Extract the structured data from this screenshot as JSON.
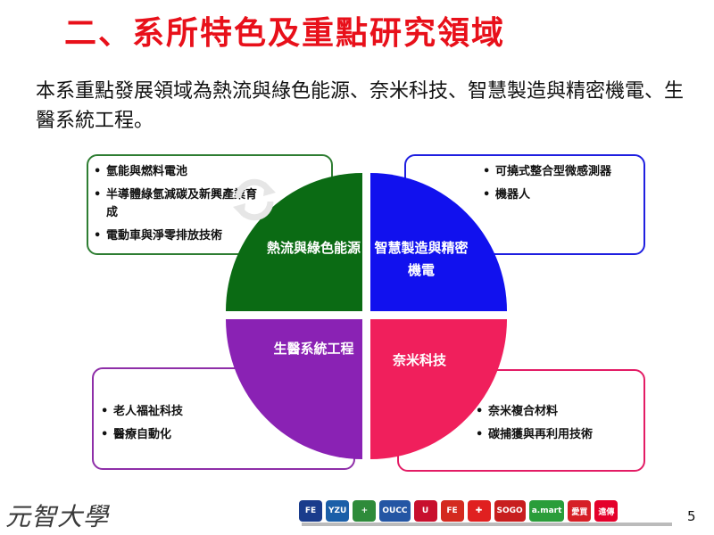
{
  "title": "二、系所特色及重點研究領域",
  "intro": "本系重點發展領域為熱流與綠色能源、奈米科技、智慧製造與精密機電、生醫系統工程。",
  "quadrants": {
    "tl": {
      "label": "熱流與綠色能源",
      "color": "#0b6b14"
    },
    "tr": {
      "label": "智慧製造與精密機電",
      "color": "#1111ee"
    },
    "bl": {
      "label": "生醫系統工程",
      "color": "#8a22b4"
    },
    "br": {
      "label": "奈米科技",
      "color": "#f01f5c"
    }
  },
  "boxes": {
    "tl": {
      "items": [
        "氫能與燃料電池",
        "半導體綠氫減碳及新興產業育成",
        "電動車與淨零排放技術"
      ]
    },
    "tr": {
      "items": [
        "可撓式整合型微感測器",
        "機器人"
      ]
    },
    "bl": {
      "items": [
        "老人福祉科技",
        "醫療自動化"
      ]
    },
    "br": {
      "items": [
        "奈米複合材料",
        "碳捕獲與再利用技術"
      ]
    }
  },
  "footer": {
    "university_logo": "元智大學",
    "partners": [
      {
        "name": "FE",
        "color": "#1a3c8c"
      },
      {
        "name": "YZU",
        "color": "#1b5fa8"
      },
      {
        "name": "+",
        "color": "#2e8b3a"
      },
      {
        "name": "OUCC",
        "color": "#2456a4"
      },
      {
        "name": "U",
        "color": "#c8102e"
      },
      {
        "name": "FE",
        "color": "#d42a1f"
      },
      {
        "name": "✚",
        "color": "#e02020"
      },
      {
        "name": "SOGO",
        "color": "#c81e1e"
      },
      {
        "name": "a.mart",
        "color": "#2a9d3a"
      },
      {
        "name": "愛買",
        "color": "#d61f26"
      },
      {
        "name": "遠傳",
        "color": "#e4002b"
      }
    ]
  },
  "page_number": "5"
}
